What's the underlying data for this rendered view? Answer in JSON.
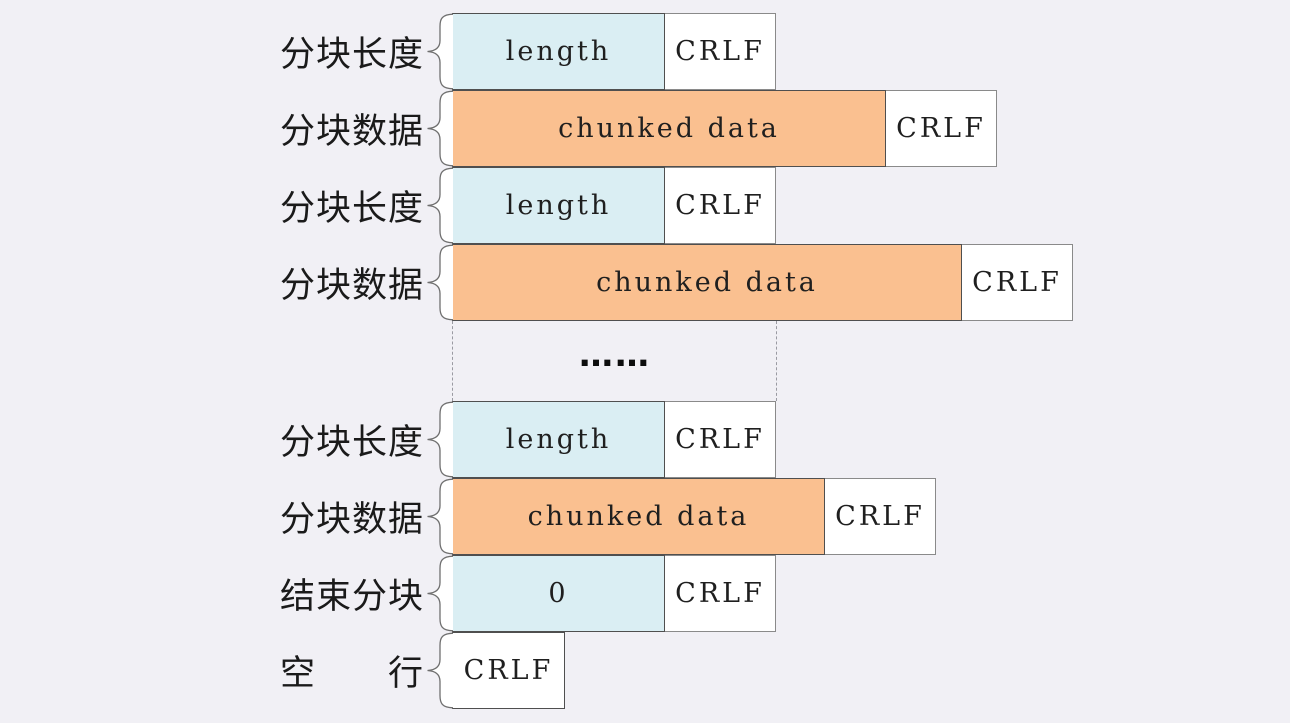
{
  "colors": {
    "page-bg": "#f1f0f5",
    "length-fill": "#daeef3",
    "data-fill": "#fac090",
    "crlf-fill": "#ffffff",
    "box-border": "#4f4f4f",
    "white-border": "#8a8a8a",
    "text": "#1a1a1a"
  },
  "rows": [
    {
      "label": "分块长度",
      "cells": [
        {
          "text": "length"
        },
        {
          "text": "CRLF"
        }
      ]
    },
    {
      "label": "分块数据",
      "cells": [
        {
          "text": "chunked data"
        },
        {
          "text": "CRLF"
        }
      ]
    },
    {
      "label": "分块长度",
      "cells": [
        {
          "text": "length"
        },
        {
          "text": "CRLF"
        }
      ]
    },
    {
      "label": "分块数据",
      "cells": [
        {
          "text": "chunked data"
        },
        {
          "text": "CRLF"
        }
      ]
    },
    {
      "label": "分块长度",
      "cells": [
        {
          "text": "length"
        },
        {
          "text": "CRLF"
        }
      ]
    },
    {
      "label": "分块数据",
      "cells": [
        {
          "text": "chunked data"
        },
        {
          "text": "CRLF"
        }
      ]
    },
    {
      "label": "结束分块",
      "cells": [
        {
          "text": "0"
        },
        {
          "text": "CRLF"
        }
      ]
    },
    {
      "label": "空　　行",
      "cells": [
        {
          "text": "CRLF"
        }
      ]
    }
  ],
  "separator": {
    "ellipsis": "……"
  }
}
